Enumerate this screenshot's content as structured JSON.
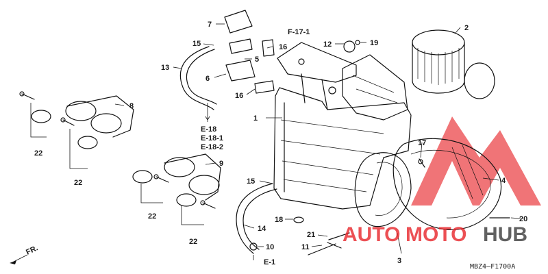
{
  "callouts": [
    {
      "id": "c1",
      "text": "1"
    },
    {
      "id": "c2",
      "text": "2"
    },
    {
      "id": "c3",
      "text": "3"
    },
    {
      "id": "c4",
      "text": "4"
    },
    {
      "id": "c5",
      "text": "5"
    },
    {
      "id": "c6",
      "text": "6"
    },
    {
      "id": "c7",
      "text": "7"
    },
    {
      "id": "c8",
      "text": "8"
    },
    {
      "id": "c9",
      "text": "9"
    },
    {
      "id": "c10",
      "text": "10"
    },
    {
      "id": "c11",
      "text": "11"
    },
    {
      "id": "c12",
      "text": "12"
    },
    {
      "id": "c13",
      "text": "13"
    },
    {
      "id": "c14",
      "text": "14"
    },
    {
      "id": "c15a",
      "text": "15"
    },
    {
      "id": "c15b",
      "text": "15"
    },
    {
      "id": "c16a",
      "text": "16"
    },
    {
      "id": "c16b",
      "text": "16"
    },
    {
      "id": "c17",
      "text": "17"
    },
    {
      "id": "c18",
      "text": "18"
    },
    {
      "id": "c19",
      "text": "19"
    },
    {
      "id": "c20",
      "text": "20"
    },
    {
      "id": "c21",
      "text": "21"
    },
    {
      "id": "c22a",
      "text": "22"
    },
    {
      "id": "c22b",
      "text": "22"
    },
    {
      "id": "c22c",
      "text": "22"
    },
    {
      "id": "c22d",
      "text": "22"
    }
  ],
  "refs": {
    "f17_1": "F-17-1",
    "e18": "E-18",
    "e18_1": "E-18-1",
    "e18_2": "E-18-2",
    "e1": "E-1",
    "fr": "FR."
  },
  "diagram_code": "MBZ4—F1700A",
  "watermark": {
    "part1": "AUTO",
    "part2": "MOTO",
    "part3": "HUB",
    "color_red": "#e8252a",
    "color_dark": "#3a3a3a"
  }
}
